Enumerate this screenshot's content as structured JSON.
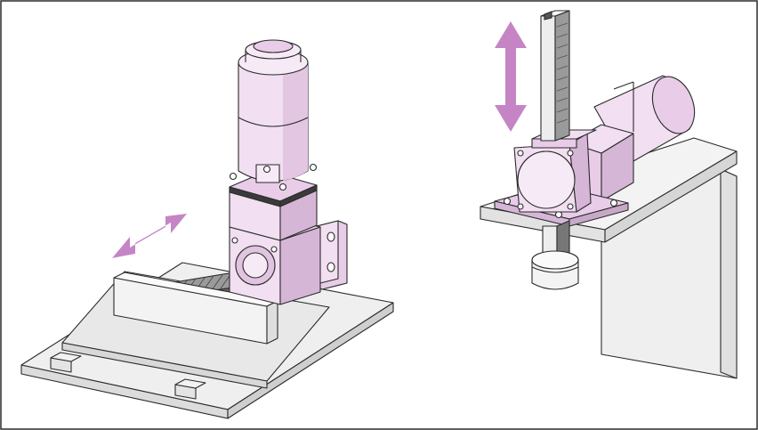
{
  "figure": {
    "scenes": [
      {
        "id": "horizontal",
        "motion": "horizontal"
      },
      {
        "id": "vertical",
        "motion": "vertical"
      }
    ]
  },
  "colors": {
    "frame": "#2b2b2b",
    "outline": "#2b2b2b",
    "base_light": "#efefef",
    "base_face": "#e4e4e4",
    "base_dark": "#cfcfcf",
    "motor_light": "#f2dff2",
    "motor_mid": "#e8cce8",
    "motor_dark": "#d6b6d6",
    "arrow": "#c585c5",
    "rack": "#555555",
    "rack_light": "#9a9a9a"
  }
}
